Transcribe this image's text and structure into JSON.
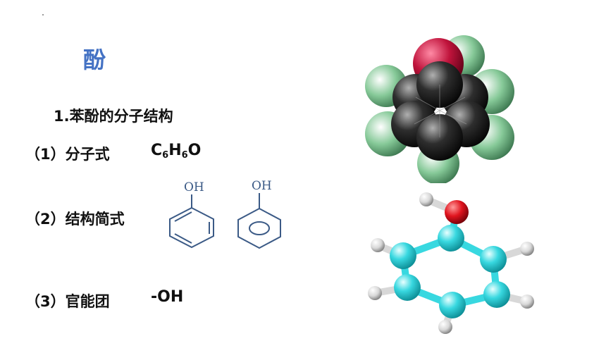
{
  "slide": {
    "title": "酚",
    "title_color": "#4472c4",
    "section_heading": "1.苯酚的分子结构"
  },
  "items": [
    {
      "label": "（1）分子式",
      "formula": {
        "c": "C",
        "c_count": "6",
        "h": "H",
        "h_count": "6",
        "o": "O"
      }
    },
    {
      "label": "（2）结构简式",
      "structure_substituent_1": "OH",
      "structure_substituent_2": "OH"
    },
    {
      "label": "（3）官能团",
      "value": "-OH"
    }
  ],
  "colors": {
    "structure_line": "#3b5a86",
    "spacefill_oxygen": "#c0143c",
    "spacefill_carbon": "#2e2e2e",
    "spacefill_hydrogen": "#86c998",
    "ballstick_carbon": "#38d8e0",
    "ballstick_oxygen": "#e0141e",
    "ballstick_hydrogen": "#d8d8d8"
  }
}
